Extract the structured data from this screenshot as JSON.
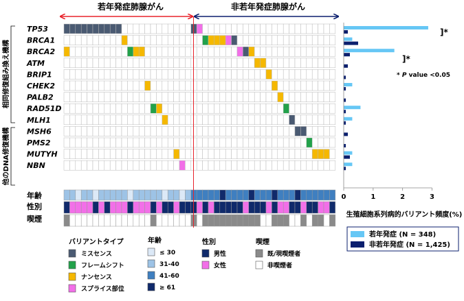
{
  "header": {
    "young_label": "若年発症肺腺がん",
    "nonyoung_label": "非若年発症肺腺がん"
  },
  "group_labels": {
    "hr": "相同修復組み換え機構",
    "other": "他のDNA修復機構"
  },
  "row_labels": {
    "age": "年齢",
    "sex": "性別",
    "smoking": "喫煙"
  },
  "legend": {
    "variant": {
      "title": "バリアントタイプ",
      "items": [
        "ミスセンス",
        "フレームシフト",
        "ナンセンス",
        "スプライス部位"
      ]
    },
    "age": {
      "title": "年齢",
      "items": [
        "≤ 30",
        "31-40",
        "41-60",
        "≥ 61"
      ]
    },
    "sex": {
      "title": "性別",
      "items": [
        "男性",
        "女性"
      ]
    },
    "smoking": {
      "title": "喫煙",
      "items": [
        "既/現喫煙者",
        "非喫煙者"
      ]
    }
  },
  "significance": {
    "marker": "]*",
    "note_prefix": "* ",
    "note_p": "P",
    "note_suffix": " value <0.05"
  },
  "series_legend": {
    "young": "若年発症 (N = 348)",
    "nonyoung": "非若年発症 (N = 1,425)"
  },
  "colors": {
    "missense": "#4a5a72",
    "frameshift": "#22a14a",
    "nonsense": "#f5b800",
    "splice": "#f26fe8",
    "age_le30": "#dce9f7",
    "age_31_40": "#9dc3e6",
    "age_41_60": "#3f7fc0",
    "age_ge61": "#102a6b",
    "male": "#102a6b",
    "female": "#f26fe8",
    "smoker": "#8a8a8a",
    "nonsmoker": "#ffffff",
    "young_bar": "#66c7f5",
    "nonyoung_bar": "#0b1f6e",
    "arrow_young": "#e8222a",
    "arrow_nonyoung": "#0b1f6e"
  },
  "chart_data": [
    {
      "type": "heatmap",
      "genes": [
        "TP53",
        "BRCA1",
        "BRCA2",
        "ATM",
        "BRIP1",
        "CHEK2",
        "PALB2",
        "RAD51D",
        "MLH1",
        "MSH6",
        "PMS2",
        "MUTYH",
        "NBN"
      ],
      "young_sample_count": 22,
      "nonyoung_sample_count": 25,
      "mutations": [
        {
          "gene": "TP53",
          "sample": 1,
          "type": "missense"
        },
        {
          "gene": "TP53",
          "sample": 2,
          "type": "missense"
        },
        {
          "gene": "TP53",
          "sample": 3,
          "type": "missense"
        },
        {
          "gene": "TP53",
          "sample": 4,
          "type": "missense"
        },
        {
          "gene": "TP53",
          "sample": 5,
          "type": "missense"
        },
        {
          "gene": "TP53",
          "sample": 6,
          "type": "missense"
        },
        {
          "gene": "TP53",
          "sample": 7,
          "type": "missense"
        },
        {
          "gene": "TP53",
          "sample": 8,
          "type": "missense"
        },
        {
          "gene": "TP53",
          "sample": 9,
          "type": "missense"
        },
        {
          "gene": "TP53",
          "sample": 10,
          "type": "missense"
        },
        {
          "gene": "TP53",
          "sample": 23,
          "type": "missense"
        },
        {
          "gene": "TP53",
          "sample": 24,
          "type": "splice"
        },
        {
          "gene": "BRCA1",
          "sample": 11,
          "type": "nonsense"
        },
        {
          "gene": "BRCA1",
          "sample": 25,
          "type": "frameshift"
        },
        {
          "gene": "BRCA1",
          "sample": 26,
          "type": "nonsense"
        },
        {
          "gene": "BRCA1",
          "sample": 27,
          "type": "nonsense"
        },
        {
          "gene": "BRCA1",
          "sample": 28,
          "type": "nonsense"
        },
        {
          "gene": "BRCA1",
          "sample": 29,
          "type": "splice"
        },
        {
          "gene": "BRCA1",
          "sample": 30,
          "type": "missense"
        },
        {
          "gene": "BRCA2",
          "sample": 1,
          "type": "nonsense"
        },
        {
          "gene": "BRCA2",
          "sample": 12,
          "type": "frameshift"
        },
        {
          "gene": "BRCA2",
          "sample": 13,
          "type": "nonsense"
        },
        {
          "gene": "BRCA2",
          "sample": 14,
          "type": "nonsense"
        },
        {
          "gene": "BRCA2",
          "sample": 31,
          "type": "splice"
        },
        {
          "gene": "BRCA2",
          "sample": 32,
          "type": "missense"
        },
        {
          "gene": "BRCA2",
          "sample": 33,
          "type": "nonsense"
        },
        {
          "gene": "ATM",
          "sample": 34,
          "type": "nonsense"
        },
        {
          "gene": "ATM",
          "sample": 35,
          "type": "nonsense"
        },
        {
          "gene": "BRIP1",
          "sample": 36,
          "type": "nonsense"
        },
        {
          "gene": "CHEK2",
          "sample": 15,
          "type": "nonsense"
        },
        {
          "gene": "CHEK2",
          "sample": 37,
          "type": "nonsense"
        },
        {
          "gene": "PALB2",
          "sample": 38,
          "type": "nonsense"
        },
        {
          "gene": "RAD51D",
          "sample": 16,
          "type": "frameshift"
        },
        {
          "gene": "RAD51D",
          "sample": 17,
          "type": "nonsense"
        },
        {
          "gene": "RAD51D",
          "sample": 39,
          "type": "frameshift"
        },
        {
          "gene": "MLH1",
          "sample": 18,
          "type": "nonsense"
        },
        {
          "gene": "MLH1",
          "sample": 40,
          "type": "missense"
        },
        {
          "gene": "MSH6",
          "sample": 41,
          "type": "missense"
        },
        {
          "gene": "MSH6",
          "sample": 42,
          "type": "missense"
        },
        {
          "gene": "PMS2",
          "sample": 43,
          "type": "frameshift"
        },
        {
          "gene": "MUTYH",
          "sample": 20,
          "type": "nonsense"
        },
        {
          "gene": "MUTYH",
          "sample": 44,
          "type": "nonsense"
        },
        {
          "gene": "MUTYH",
          "sample": 45,
          "type": "nonsense"
        },
        {
          "gene": "MUTYH",
          "sample": 46,
          "type": "nonsense"
        },
        {
          "gene": "NBN",
          "sample": 21,
          "type": "splice"
        }
      ],
      "age": [
        "31-40",
        "31-40",
        "≤ 30",
        "31-40",
        "31-40",
        "≤ 30",
        "31-40",
        "31-40",
        "31-40",
        "31-40",
        "31-40",
        "≤ 30",
        "31-40",
        "31-40",
        "31-40",
        "31-40",
        "31-40",
        "≤ 30",
        "31-40",
        "31-40",
        "≤ 30",
        "31-40",
        "41-60",
        "41-60",
        "41-60",
        "41-60",
        "41-60",
        "≥ 61",
        "41-60",
        "41-60",
        "41-60",
        "41-60",
        "≥ 61",
        "41-60",
        "41-60",
        "41-60",
        "≥ 61",
        "41-60",
        "41-60",
        "41-60",
        "≥ 61",
        "41-60",
        "41-60",
        "41-60",
        "41-60",
        "41-60",
        "41-60"
      ],
      "sex": [
        "male",
        "female",
        "female",
        "female",
        "female",
        "male",
        "female",
        "male",
        "female",
        "female",
        "female",
        "male",
        "female",
        "female",
        "female",
        "male",
        "female",
        "male",
        "male",
        "female",
        "male",
        "male",
        "male",
        "female",
        "male",
        "female",
        "male",
        "male",
        "male",
        "male",
        "male",
        "female",
        "male",
        "male",
        "male",
        "female",
        "male",
        "female",
        "female",
        "male",
        "male",
        "female",
        "male",
        "male",
        "female",
        "female",
        "male"
      ],
      "smoking": [
        "smoker",
        "nonsmoker",
        "nonsmoker",
        "nonsmoker",
        "nonsmoker",
        "nonsmoker",
        "nonsmoker",
        "nonsmoker",
        "nonsmoker",
        "nonsmoker",
        "nonsmoker",
        "nonsmoker",
        "nonsmoker",
        "nonsmoker",
        "nonsmoker",
        "smoker",
        "nonsmoker",
        "nonsmoker",
        "nonsmoker",
        "nonsmoker",
        "nonsmoker",
        "nonsmoker",
        "smoker",
        "nonsmoker",
        "smoker",
        "smoker",
        "smoker",
        "smoker",
        "smoker",
        "smoker",
        "smoker",
        "smoker",
        "smoker",
        "smoker",
        "nonsmoker",
        "nonsmoker",
        "smoker",
        "smoker",
        "smoker",
        "nonsmoker",
        "nonsmoker",
        "smoker",
        "nonsmoker",
        "smoker",
        "smoker",
        "nonsmoker",
        "smoker"
      ]
    },
    {
      "type": "bar",
      "orientation": "horizontal",
      "categories": [
        "TP53",
        "BRCA1",
        "BRCA2",
        "ATM",
        "BRIP1",
        "CHEK2",
        "PALB2",
        "RAD51D",
        "MLH1",
        "MSH6",
        "PMS2",
        "MUTYH",
        "NBN"
      ],
      "series": [
        {
          "name": "若年発症 (N = 348)",
          "key": "young",
          "values": [
            2.87,
            0.29,
            1.72,
            0,
            0,
            0.29,
            0,
            0.57,
            0.29,
            0,
            0,
            0.29,
            0.29
          ]
        },
        {
          "name": "非若年発症 (N = 1,425)",
          "key": "nonyoung",
          "values": [
            0.14,
            0.49,
            0.21,
            0.14,
            0.07,
            0.07,
            0.07,
            0.07,
            0.07,
            0.14,
            0.07,
            0.21,
            0.07
          ]
        }
      ],
      "xlim": [
        0,
        3
      ],
      "xticks": [
        "0",
        "1",
        "2",
        "3"
      ],
      "xlabel": "生殖細胞系列病的バリアント頻度(%)",
      "significant": [
        "TP53",
        "BRCA2"
      ]
    }
  ]
}
